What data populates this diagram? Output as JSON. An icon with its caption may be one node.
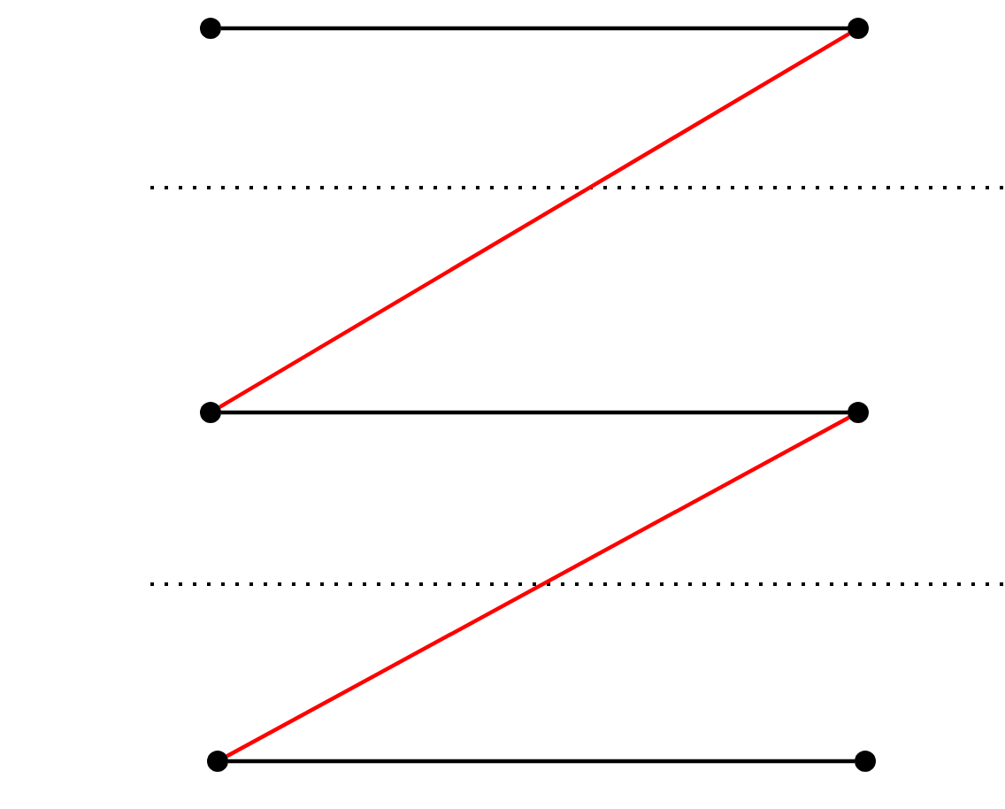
{
  "diagram": {
    "nodes": [
      {
        "text": [],
        "shape": "circle"
      },
      {
        "text": [],
        "shape": "circle"
      },
      {
        "text": [],
        "shape": "circle"
      },
      {
        "text": [],
        "shape": "circle"
      },
      {
        "text": [],
        "shape": "circle"
      },
      {
        "text": [],
        "shape": "circle"
      }
    ],
    "edges": [
      {
        "from": 0,
        "to": 1,
        "arrow": "none"
      },
      {
        "from": 1,
        "to": 2,
        "arrow": "none",
        "color": "#ff0000"
      },
      {
        "from": 2,
        "to": 3,
        "arrow": "none"
      },
      {
        "from": 3,
        "to": 4,
        "arrow": "none",
        "color": "#ff0000"
      },
      {
        "from": 4,
        "to": 5,
        "arrow": "none"
      }
    ]
  }
}
